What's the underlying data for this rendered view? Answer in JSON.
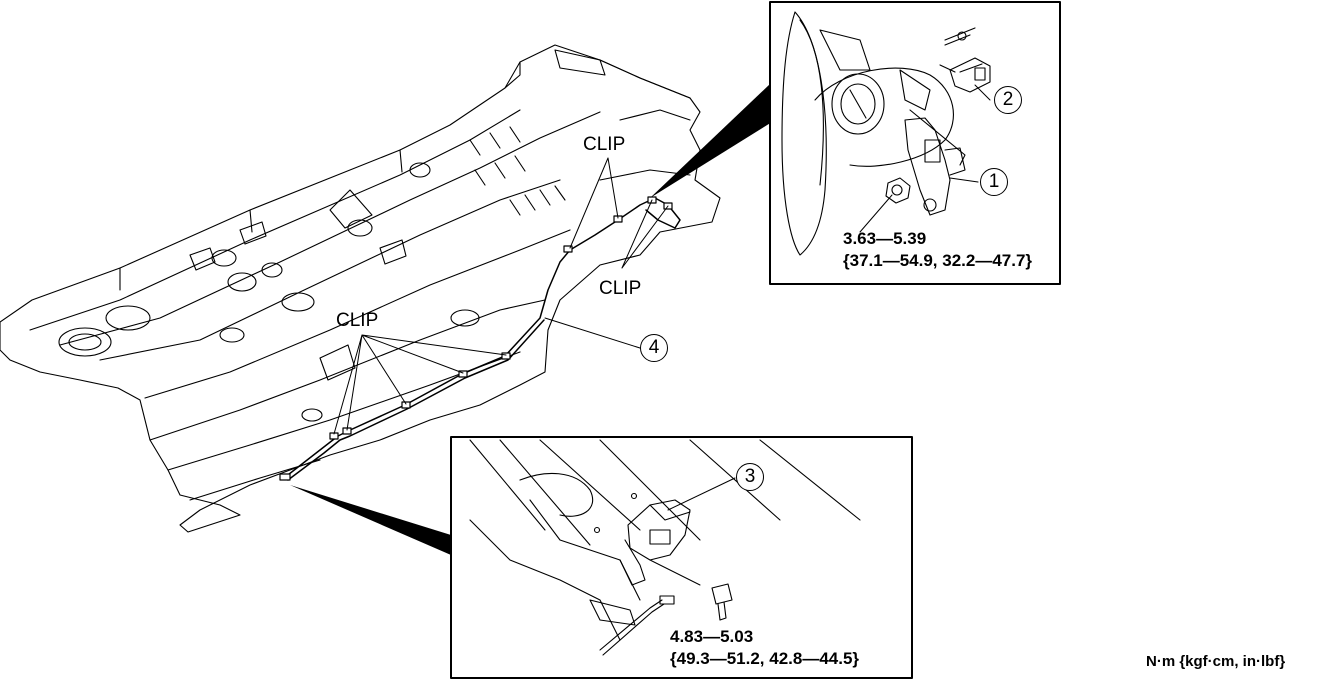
{
  "labels": {
    "clip_upper": "CLIP",
    "clip_right": "CLIP",
    "clip_left": "CLIP"
  },
  "callouts": {
    "one": "1",
    "two": "2",
    "three": "3",
    "four": "4"
  },
  "torques": {
    "upper_box": {
      "line1": "3.63—5.39",
      "line2": "{37.1—54.9, 32.2—47.7}"
    },
    "lower_box": {
      "line1": "4.83—5.03",
      "line2": "{49.3—51.2,  42.8—44.5}"
    }
  },
  "units": "N·m {kgf·cm, in·lbf}"
}
